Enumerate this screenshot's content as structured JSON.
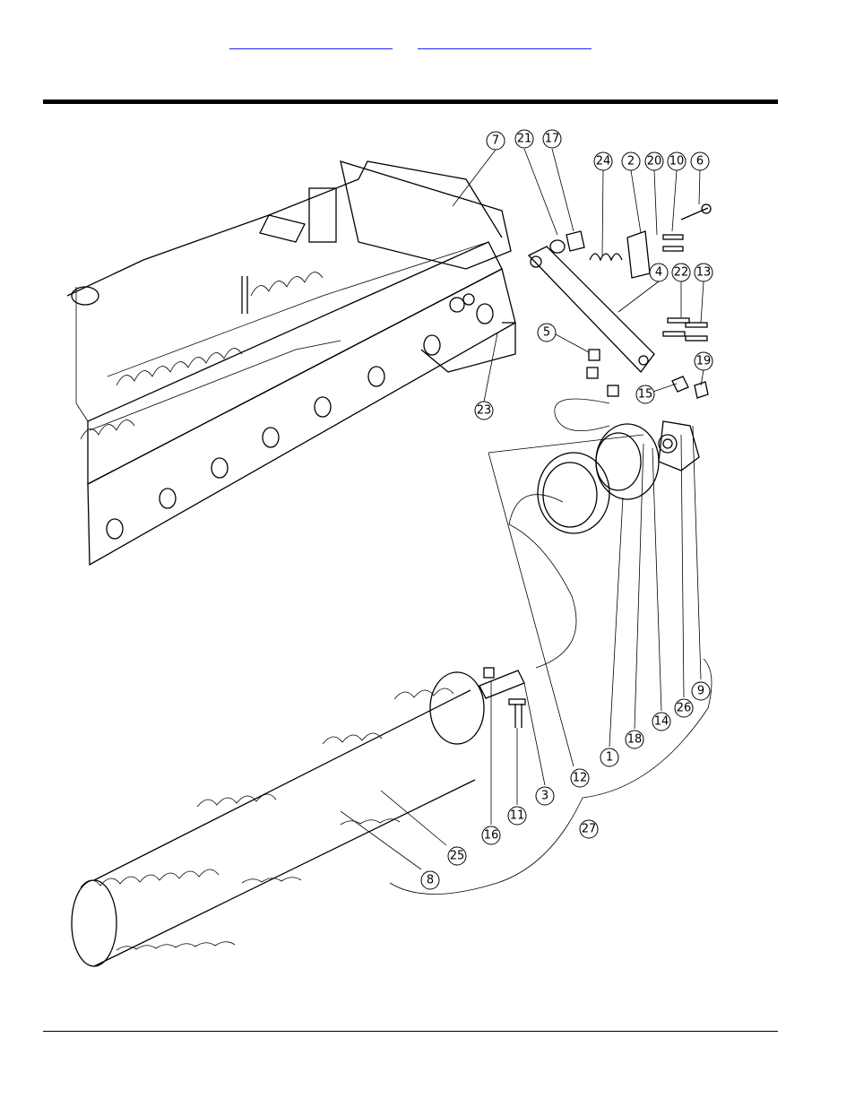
{
  "header": {
    "links": [
      "",
      ""
    ]
  },
  "diagram": {
    "callouts": [
      {
        "id": "7",
        "label": "7"
      },
      {
        "id": "21",
        "label": "21"
      },
      {
        "id": "17",
        "label": "17"
      },
      {
        "id": "24",
        "label": "24"
      },
      {
        "id": "2",
        "label": "2"
      },
      {
        "id": "20",
        "label": "20"
      },
      {
        "id": "10",
        "label": "10"
      },
      {
        "id": "6",
        "label": "6"
      },
      {
        "id": "4",
        "label": "4"
      },
      {
        "id": "22",
        "label": "22"
      },
      {
        "id": "13",
        "label": "13"
      },
      {
        "id": "5",
        "label": "5"
      },
      {
        "id": "19",
        "label": "19"
      },
      {
        "id": "15",
        "label": "15"
      },
      {
        "id": "23",
        "label": "23"
      },
      {
        "id": "9",
        "label": "9"
      },
      {
        "id": "26",
        "label": "26"
      },
      {
        "id": "14",
        "label": "14"
      },
      {
        "id": "18",
        "label": "18"
      },
      {
        "id": "1",
        "label": "1"
      },
      {
        "id": "12",
        "label": "12"
      },
      {
        "id": "3",
        "label": "3"
      },
      {
        "id": "11",
        "label": "11"
      },
      {
        "id": "16",
        "label": "16"
      },
      {
        "id": "25",
        "label": "25"
      },
      {
        "id": "27",
        "label": "27"
      },
      {
        "id": "8",
        "label": "8"
      }
    ]
  }
}
